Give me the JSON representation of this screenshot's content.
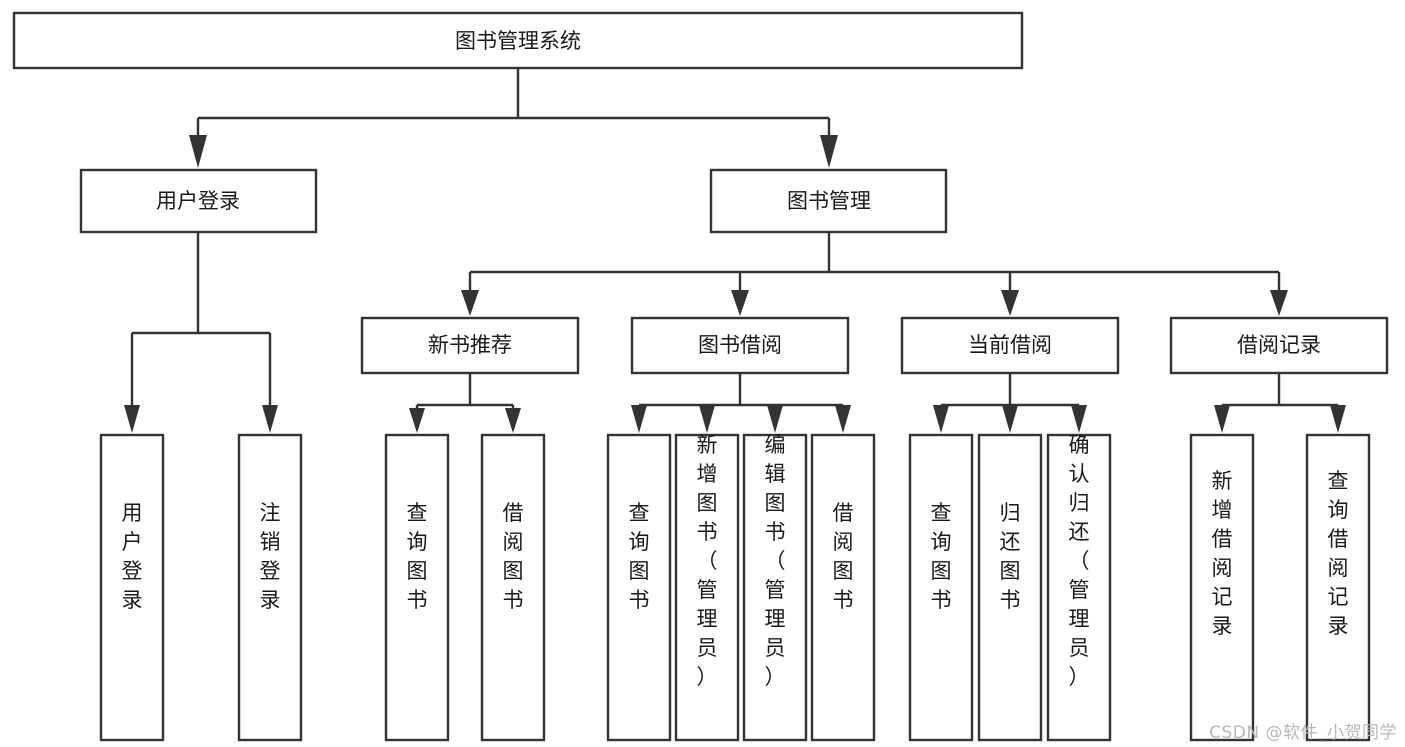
{
  "diagram": {
    "type": "tree-hierarchy",
    "title": "图书管理系统",
    "orientation": "top-down",
    "colors": {
      "box_fill": "#ffffff",
      "box_stroke": "#333333",
      "connector": "#333333",
      "text": "#1a1a1a",
      "watermark": "#b8b8b8",
      "background": "#ffffff"
    },
    "levels": {
      "root": {
        "label": "图书管理系统"
      },
      "level2": [
        {
          "label": "用户登录"
        },
        {
          "label": "图书管理"
        }
      ],
      "level3": [
        {
          "label": "新书推荐"
        },
        {
          "label": "图书借阅"
        },
        {
          "label": "当前借阅"
        },
        {
          "label": "借阅记录"
        }
      ],
      "leaves": [
        {
          "label": "用户登录",
          "parent": "用户登录"
        },
        {
          "label": "注销登录",
          "parent": "用户登录"
        },
        {
          "label": "查询图书",
          "parent": "新书推荐"
        },
        {
          "label": "借阅图书",
          "parent": "新书推荐"
        },
        {
          "label": "查询图书",
          "parent": "图书借阅"
        },
        {
          "label": "新增图书（管理员）",
          "parent": "图书借阅"
        },
        {
          "label": "编辑图书（管理员）",
          "parent": "图书借阅"
        },
        {
          "label": "借阅图书",
          "parent": "图书借阅"
        },
        {
          "label": "查询图书",
          "parent": "当前借阅"
        },
        {
          "label": "归还图书",
          "parent": "当前借阅"
        },
        {
          "label": "确认归还（管理员）",
          "parent": "当前借阅"
        },
        {
          "label": "新增借阅记录",
          "parent": "借阅记录"
        },
        {
          "label": "查询借阅记录",
          "parent": "借阅记录"
        }
      ]
    },
    "watermark": "CSDN @软件_小贺同学"
  }
}
